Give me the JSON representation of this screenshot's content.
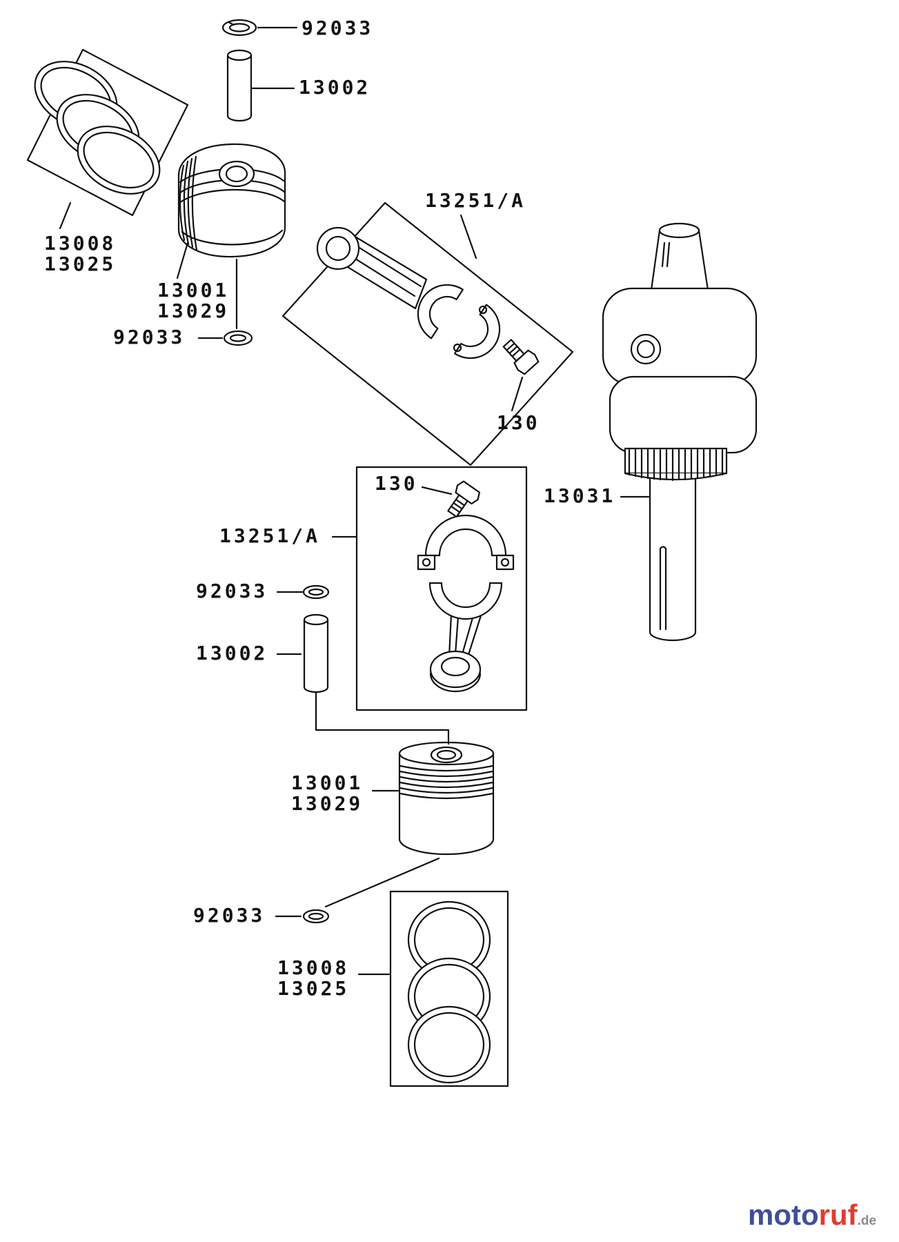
{
  "page": {
    "background": "#ffffff",
    "line_color": "#111111",
    "kind": "exploded-engine-parts-diagram"
  },
  "labels": {
    "circlip_top": "92033",
    "pin_top": "13002",
    "rings_top_line1": "13008",
    "rings_top_line2": "13025",
    "piston_top_line1": "13001",
    "piston_top_line2": "13029",
    "circlip_mid": "92033",
    "conrod_top": "13251/A",
    "bolt_top": "130",
    "bolt_mid": "130",
    "crankshaft": "13031",
    "conrod_mid": "13251/A",
    "circlip_lower": "92033",
    "pin_lower": "13002",
    "piston_lower_line1": "13001",
    "piston_lower_line2": "13029",
    "circlip_bottom": "92033",
    "rings_bottom_line1": "13008",
    "rings_bottom_line2": "13025"
  },
  "logo": {
    "text_main": "moto",
    "text_accent": "ruf",
    "text_tld": ".de",
    "color_main": "#3f4e9c",
    "color_accent": "#e03c31",
    "color_tld": "#8a8a8a"
  }
}
